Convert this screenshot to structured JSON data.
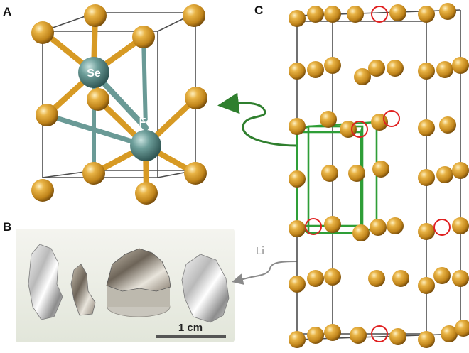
{
  "panels": {
    "a": {
      "letter": "A"
    },
    "b": {
      "letter": "B"
    },
    "c": {
      "letter": "C"
    }
  },
  "atoms": {
    "se": "Se",
    "fe": "Fe"
  },
  "annotations": {
    "li": "Li",
    "scale_bar": "1 cm"
  },
  "colors": {
    "se_atom": "#d4961f",
    "fe_atom": "#5f8f8c",
    "bond_gold": "#d79a24",
    "bond_teal": "#6a9a96",
    "cell_edge": "#555555",
    "supercell_box": "#2e9e37",
    "arrow_green": "#2f7f2e",
    "vacancy_ring": "#e02020",
    "li_arrow": "#8a8a8a"
  }
}
